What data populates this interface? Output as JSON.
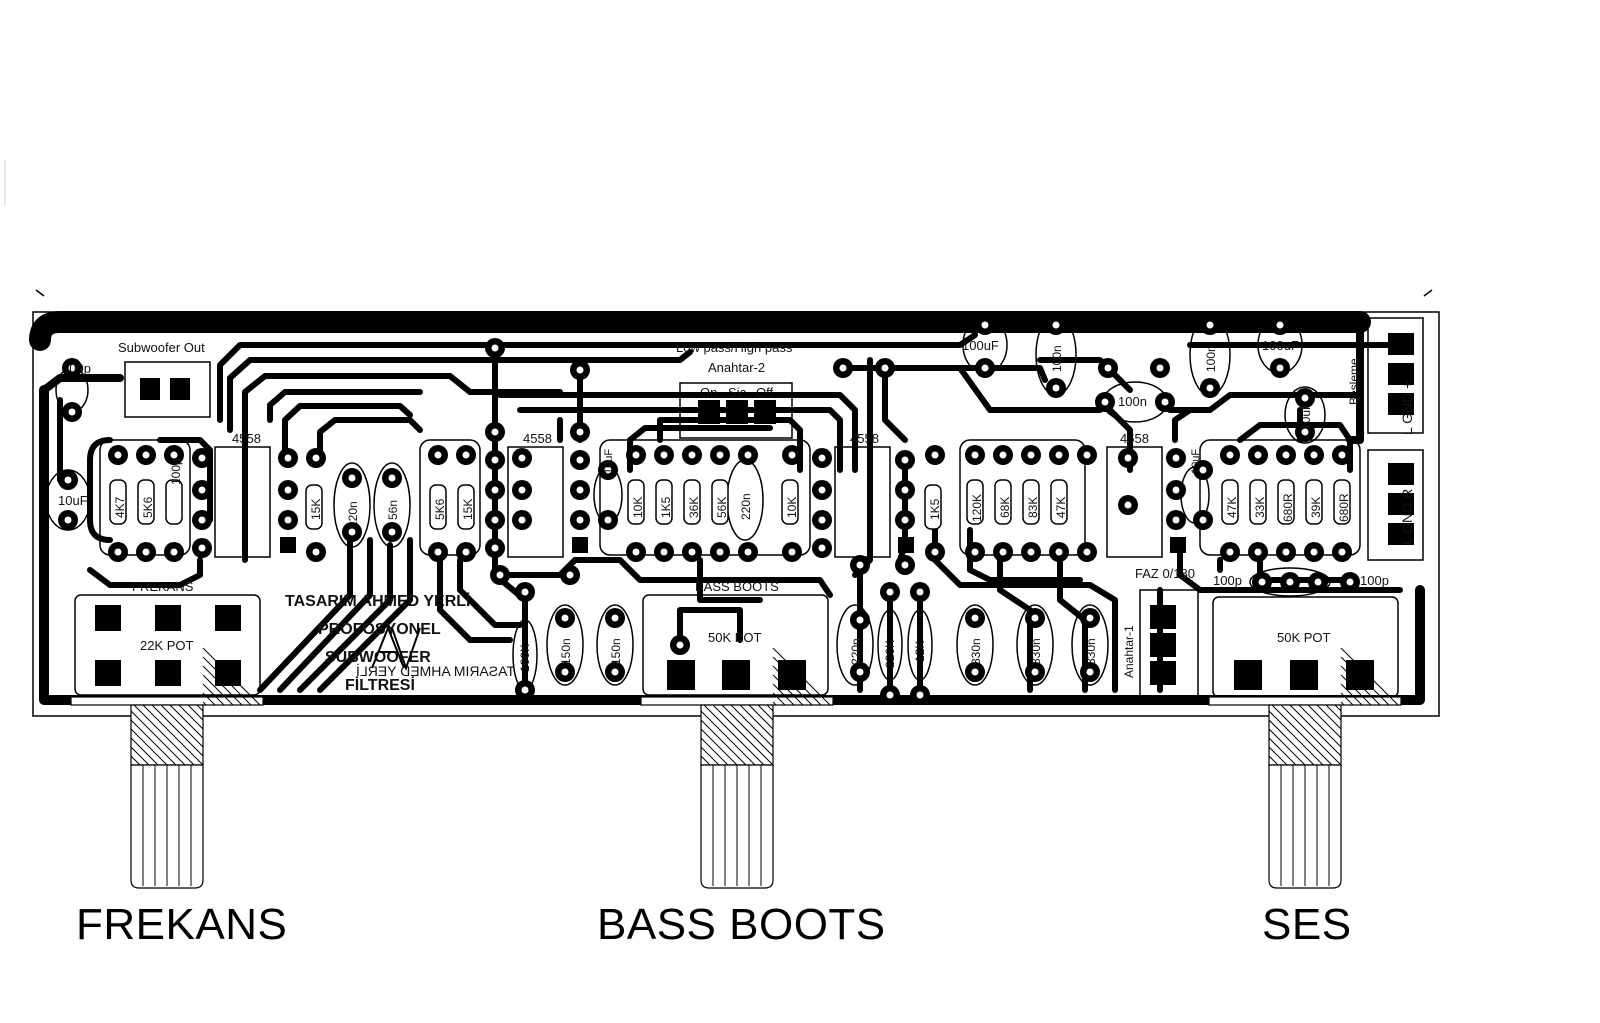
{
  "bottom_labels": {
    "frequency": "FREKANS",
    "bass_boost": "BASS BOOTS",
    "volume": "SES"
  },
  "pcb": {
    "subwoofer_out": "Subwoofer Out",
    "low_high_pass": "Low pass/High pass",
    "switch_2": "Anahtar-2",
    "switch_on": "On",
    "switch_sic": "Sic",
    "switch_off": "Off",
    "switch_1": "Anahtar-1",
    "phase": "FAZ 0/180",
    "power": "Besleme",
    "input_l": "L GND +",
    "input_r": "L GND R",
    "freq_pcb": "FREKANS",
    "bass_pcb": "BASS BOOTS",
    "pot_22k": "22K POT",
    "pot_50k_a": "50K POT",
    "pot_50k_b": "50K POT",
    "ic": "4558",
    "design_1": "TASARIM AHMED YERLİ",
    "design_2": "PROFOSYONEL",
    "design_3": "SUBWOOFER",
    "design_4": "FİLTRESİ",
    "design_mirror": "TASARIM AHMED YERLİ"
  },
  "components": {
    "r_4k7": "4K7",
    "r_5k6": "5K6",
    "c_100p": "100p",
    "c_10uf": "10uF",
    "r_15k": "15K",
    "c_220n": "220n",
    "c_56n": "56n",
    "r_5k6b": "5K6",
    "r_15kb": "15K",
    "r_10k": "10K",
    "r_1k5": "1K5",
    "r_36k": "36K",
    "r_56k": "56K",
    "c_220nb": "220n",
    "r_10kb": "10K",
    "c_10uf_b": "10uF",
    "r_100k": "100K",
    "c_150n": "150n",
    "c_150nb": "150n",
    "c_220nc": "220n",
    "r_220k": "220K",
    "r_12k": "12K",
    "r_1k5b": "1K5",
    "r_120k": "120K",
    "r_68k": "68K",
    "r_83k": "83K",
    "r_47k": "47K",
    "c_330n": "330n",
    "c_330nb": "330n",
    "c_330nc": "330n",
    "c_100uf": "100uF",
    "c_100n": "100n",
    "c_100nb": "100n",
    "c_100uf_b": "100uF",
    "c_100nc": "100n",
    "c_10uf_c": "10uF",
    "r_47kb": "47K",
    "r_33k": "33K",
    "r_680r": "680R",
    "r_39k": "39K",
    "r_680rb": "680R",
    "c_100p_b": "100p",
    "c_100p_c": "100p"
  }
}
